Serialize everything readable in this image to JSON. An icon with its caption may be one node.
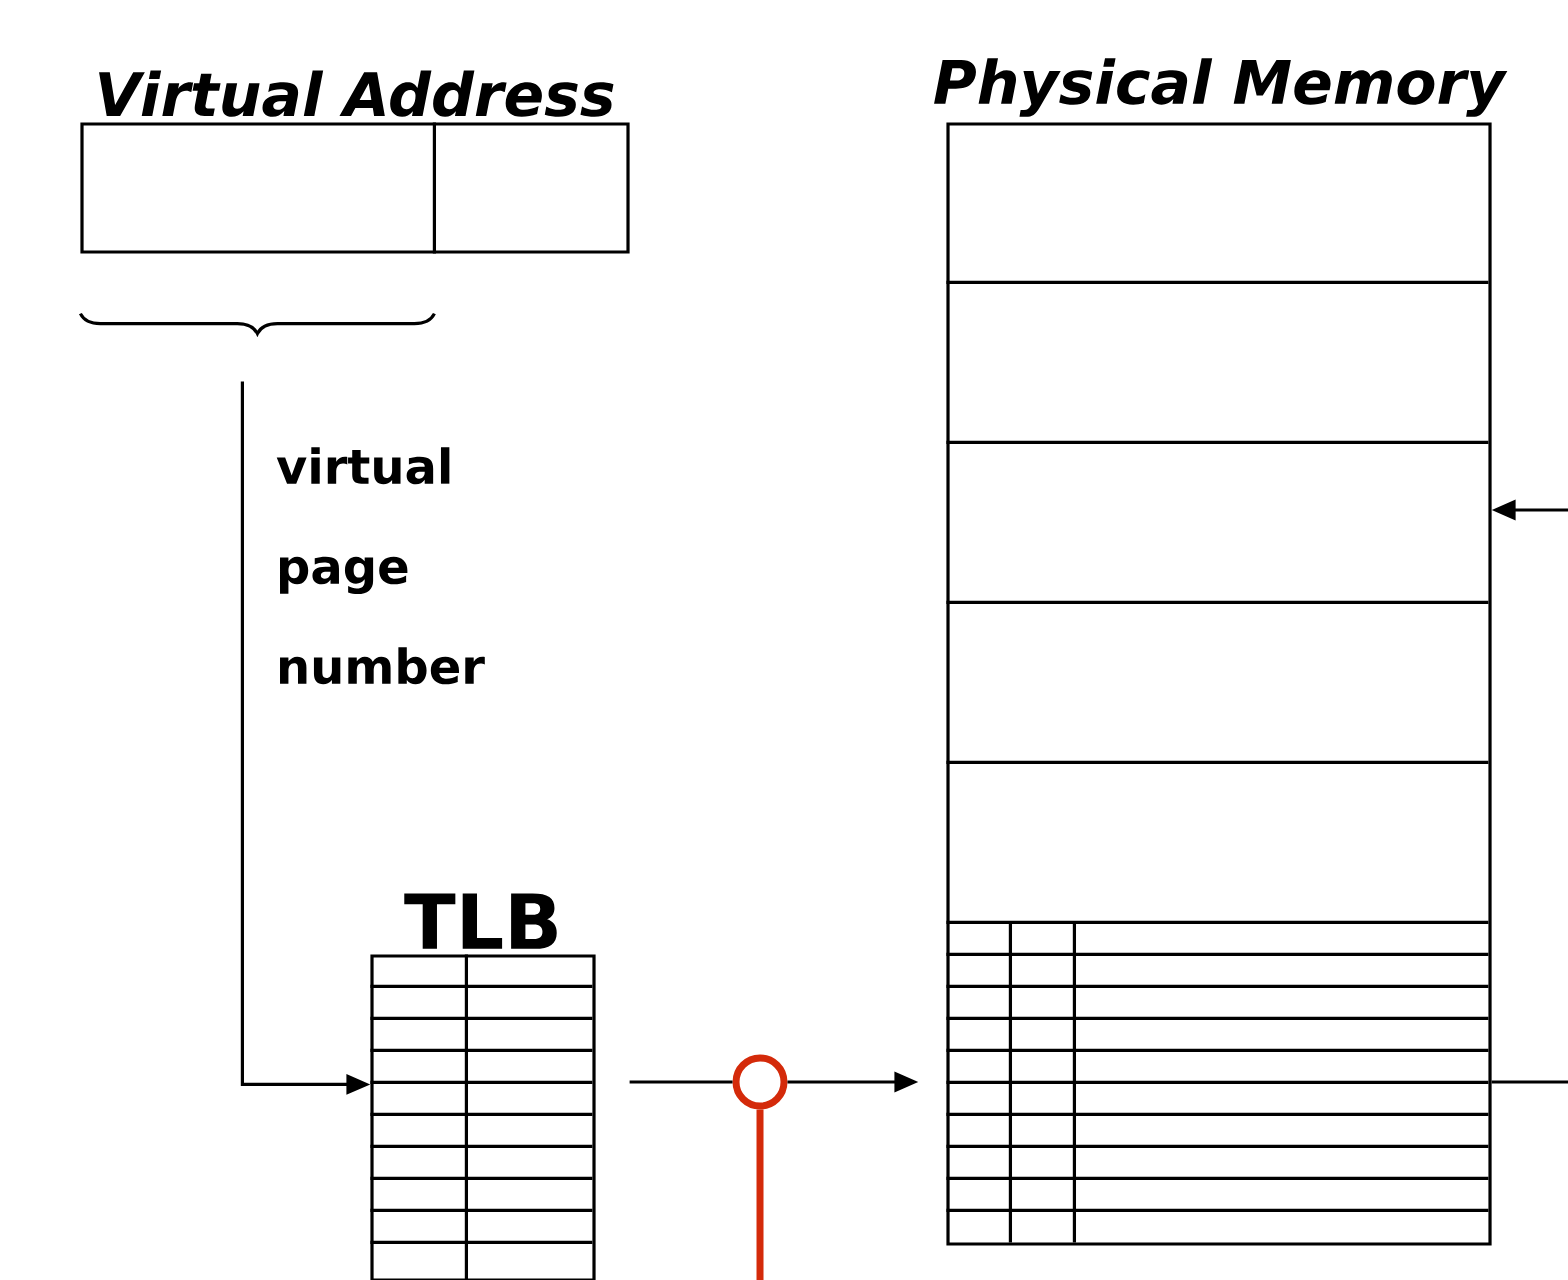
{
  "diagram": {
    "nodes": [
      {
        "text": [
          "Virtual Address"
        ]
      },
      {
        "text": [
          "Physical Memory"
        ]
      },
      {
        "text": [
          "TLB"
        ]
      },
      {
        "text": [],
        "shape": "circle"
      }
    ],
    "edges": [
      {
        "from": 0,
        "to": 2,
        "arrow": "to",
        "label": "virtual page number"
      },
      {
        "from": 2,
        "to": 3,
        "arrow": "none"
      },
      {
        "from": 3,
        "to": 1,
        "arrow": "to"
      },
      {
        "from": 3,
        "to": null,
        "arrow": "none",
        "style": "thick",
        "color": "#d42a0a"
      },
      {
        "from": null,
        "to": 1,
        "arrow": "to"
      },
      {
        "from": 1,
        "to": null,
        "arrow": "none"
      }
    ]
  }
}
